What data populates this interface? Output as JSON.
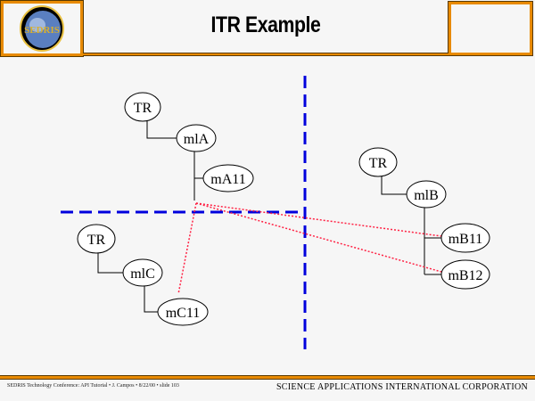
{
  "header": {
    "title": "ITR Example",
    "logo_text": "SEDRIS"
  },
  "diagram": {
    "left_top": {
      "root": "TR",
      "child": "mlA",
      "leaf": "mA11"
    },
    "right": {
      "root": "TR",
      "child": "mlB",
      "leaves": [
        "mB11",
        "mB12"
      ]
    },
    "left_bottom": {
      "root": "TR",
      "child": "mlC",
      "leaf": "mC11"
    }
  },
  "footer": {
    "left": "SEDRIS Technology Conference: API Tutorial • J. Campos • 8/22/00 • slide 103",
    "right": "SCIENCE APPLICATIONS INTERNATIONAL CORPORATION"
  },
  "colors": {
    "frame": "#e88a00",
    "divider": "#0000dd",
    "link": "#ff2244"
  }
}
